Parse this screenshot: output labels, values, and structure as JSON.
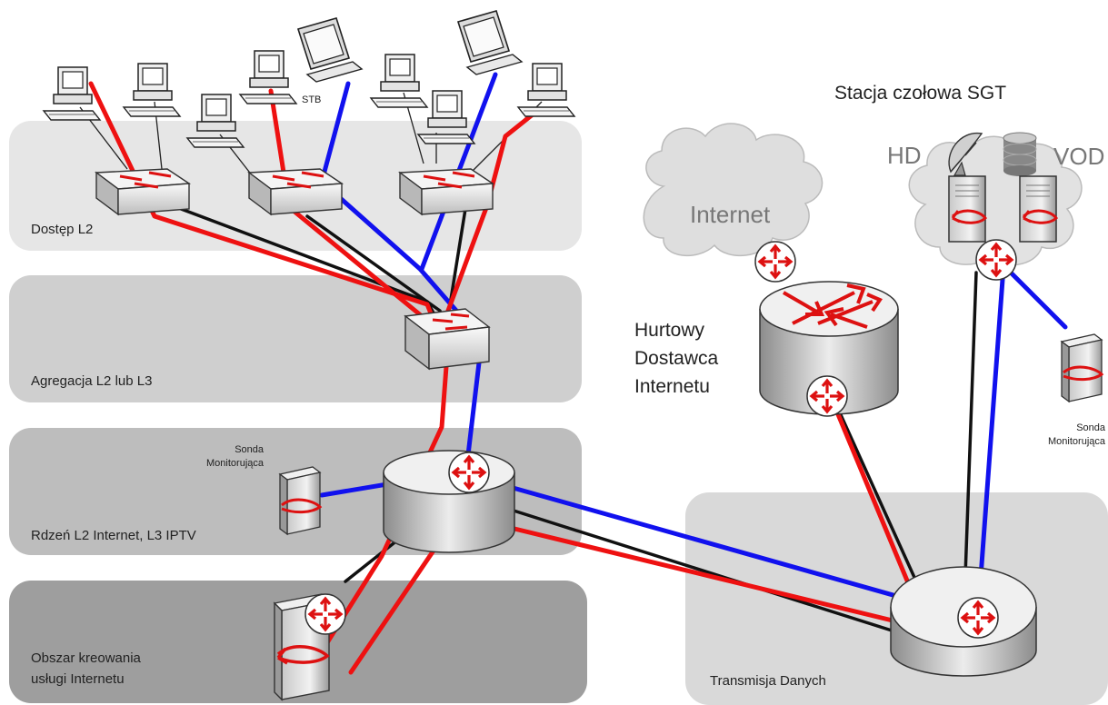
{
  "zones": {
    "access": "Dostęp L2",
    "aggregation": "Agregacja L2 lub L3",
    "core": "Rdzeń L2 Internet, L3 IPTV",
    "service_line1": "Obszar kreowania",
    "service_line2": "usługi Internetu",
    "transmission": "Transmisja Danych"
  },
  "labels": {
    "stb": "STB",
    "internet_cloud": "Internet",
    "headend_title": "Stacja czołowa SGT",
    "hd": "HD",
    "vod": "VOD",
    "isp_line1": "Hurtowy",
    "isp_line2": "Dostawca",
    "isp_line3": "Internetu",
    "probe_left_line1": "Sonda",
    "probe_left_line2": "Monitorująca",
    "probe_right_line1": "Sonda",
    "probe_right_line2": "Monitorująca"
  },
  "colors": {
    "zone_access": "#e6e6e6",
    "zone_aggregation": "#cfcfcf",
    "zone_core": "#bdbdbd",
    "zone_service": "#9e9e9e",
    "zone_transmission": "#d9d9d9",
    "internet_link": "#ee1111",
    "iptv_link": "#1111ee",
    "data_link": "#111111",
    "router_arrows": "#dd1111"
  }
}
